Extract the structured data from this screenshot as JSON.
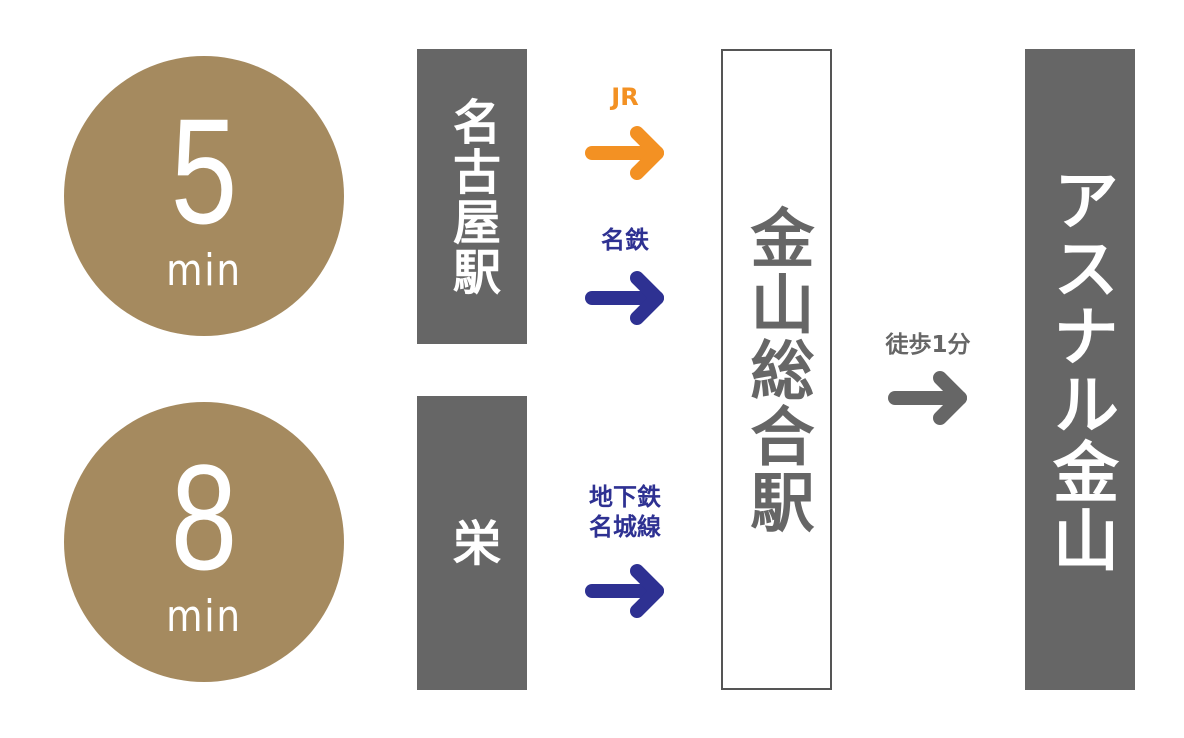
{
  "times": [
    {
      "value": "5",
      "unit": "min"
    },
    {
      "value": "8",
      "unit": "min"
    }
  ],
  "origins": [
    "名古屋駅",
    "栄"
  ],
  "routes": {
    "jr": "JR",
    "meitetsu": "名鉄",
    "subway_line1": "地下鉄",
    "subway_line2": "名城線",
    "walk": "徒歩1分"
  },
  "hub": "金山総合駅",
  "destination": "アスナル金山",
  "colors": {
    "circle": "#a58a5f",
    "box": "#666666",
    "jr": "#f39123",
    "meitetsu": "#2e3192",
    "walk": "#666666"
  }
}
